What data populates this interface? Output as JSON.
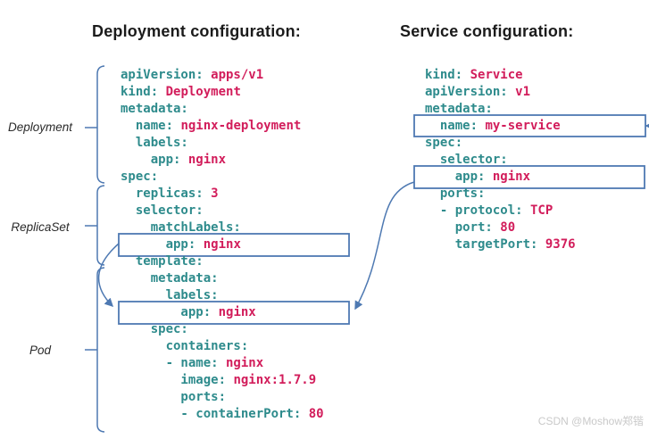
{
  "titles": {
    "deployment": "Deployment configuration:",
    "service": "Service configuration:"
  },
  "resource_labels": {
    "deployment": "Deployment",
    "replicaset": "ReplicaSet",
    "pod": "Pod"
  },
  "deployment_config": {
    "lines": [
      {
        "key": "apiVersion:",
        "value": " apps/v1"
      },
      {
        "key": "kind:",
        "value": " Deployment"
      },
      {
        "key": "metadata:",
        "value": ""
      },
      {
        "key": "  name:",
        "value": " nginx-deployment"
      },
      {
        "key": "  labels:",
        "value": ""
      },
      {
        "key": "    app:",
        "value": " nginx"
      },
      {
        "key": "spec:",
        "value": ""
      },
      {
        "key": "  replicas:",
        "value": " 3"
      },
      {
        "key": "  selector:",
        "value": ""
      },
      {
        "key": "    matchLabels:",
        "value": ""
      },
      {
        "key": "      app:",
        "value": " nginx"
      },
      {
        "key": "  template:",
        "value": ""
      },
      {
        "key": "    metadata:",
        "value": ""
      },
      {
        "key": "      labels:",
        "value": ""
      },
      {
        "key": "        app:",
        "value": " nginx"
      },
      {
        "key": "    spec:",
        "value": ""
      },
      {
        "key": "      containers:",
        "value": ""
      },
      {
        "key": "      - name:",
        "value": " nginx"
      },
      {
        "key": "        image:",
        "value": " nginx:1.7.9"
      },
      {
        "key": "        ports:",
        "value": ""
      },
      {
        "key": "        - containerPort:",
        "value": " 80"
      }
    ]
  },
  "service_config": {
    "lines": [
      {
        "key": "kind:",
        "value": " Service"
      },
      {
        "key": "apiVersion:",
        "value": " v1"
      },
      {
        "key": "metadata:",
        "value": ""
      },
      {
        "key": "  name:",
        "value": " my-service"
      },
      {
        "key": "spec:",
        "value": ""
      },
      {
        "key": "  selector:",
        "value": ""
      },
      {
        "key": "    app:",
        "value": " nginx"
      },
      {
        "key": "  ports:",
        "value": ""
      },
      {
        "key": "  - protocol:",
        "value": " TCP"
      },
      {
        "key": "    port:",
        "value": " 80"
      },
      {
        "key": "    targetPort:",
        "value": " 9376"
      }
    ]
  },
  "watermark": "CSDN @Moshow郑锴",
  "colors": {
    "yaml_key": "#2e8b8c",
    "yaml_value": "#d21d5b",
    "diagram_blue": "#4e79b2",
    "title_text": "#1b1b1b",
    "watermark_gray": "#c9c9c9"
  }
}
